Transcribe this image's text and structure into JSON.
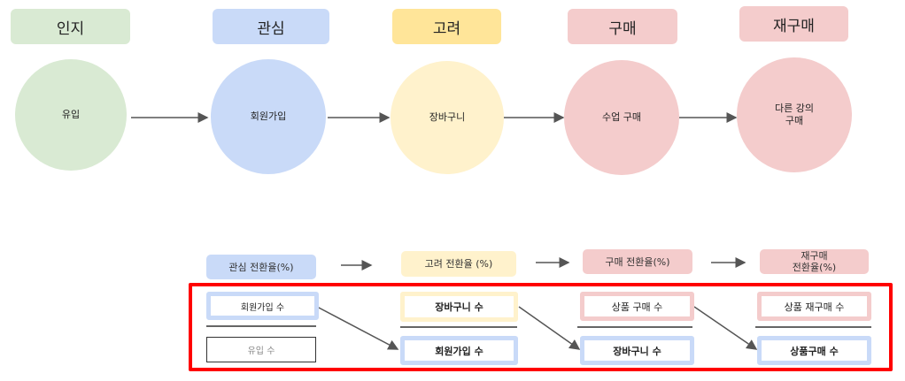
{
  "stages": [
    {
      "label": "인지",
      "node": "유입",
      "color": "#d9ead3",
      "circle": "#d9ead3"
    },
    {
      "label": "관심",
      "node": "회원가입",
      "color": "#c9daf8",
      "circle": "#c9daf8"
    },
    {
      "label": "고려",
      "node": "장바구니",
      "color": "#ffe599",
      "circle": "#fff2cc"
    },
    {
      "label": "구매",
      "node": "수업 구매",
      "color": "#f4cccc",
      "circle": "#f4cccc"
    },
    {
      "label": "재구매",
      "node": "다른 강의\n구매",
      "color": "#f4cccc",
      "circle": "#f4cccc"
    }
  ],
  "rates": [
    {
      "label": "관심 전환율(%)",
      "numerator": "회원가입 수",
      "denominator": "유입 수"
    },
    {
      "label": "고려 전환율 (%)",
      "numerator": "장바구니 수",
      "denominator": "회원가입 수"
    },
    {
      "label": "구매 전환율(%)",
      "numerator": "상품 구매 수",
      "denominator": "장바구니 수"
    },
    {
      "label": "재구매\n전환율(%)",
      "numerator": "상품 재구매 수",
      "denominator": "상품구매 수"
    }
  ],
  "highlight_color": "#ff0000"
}
